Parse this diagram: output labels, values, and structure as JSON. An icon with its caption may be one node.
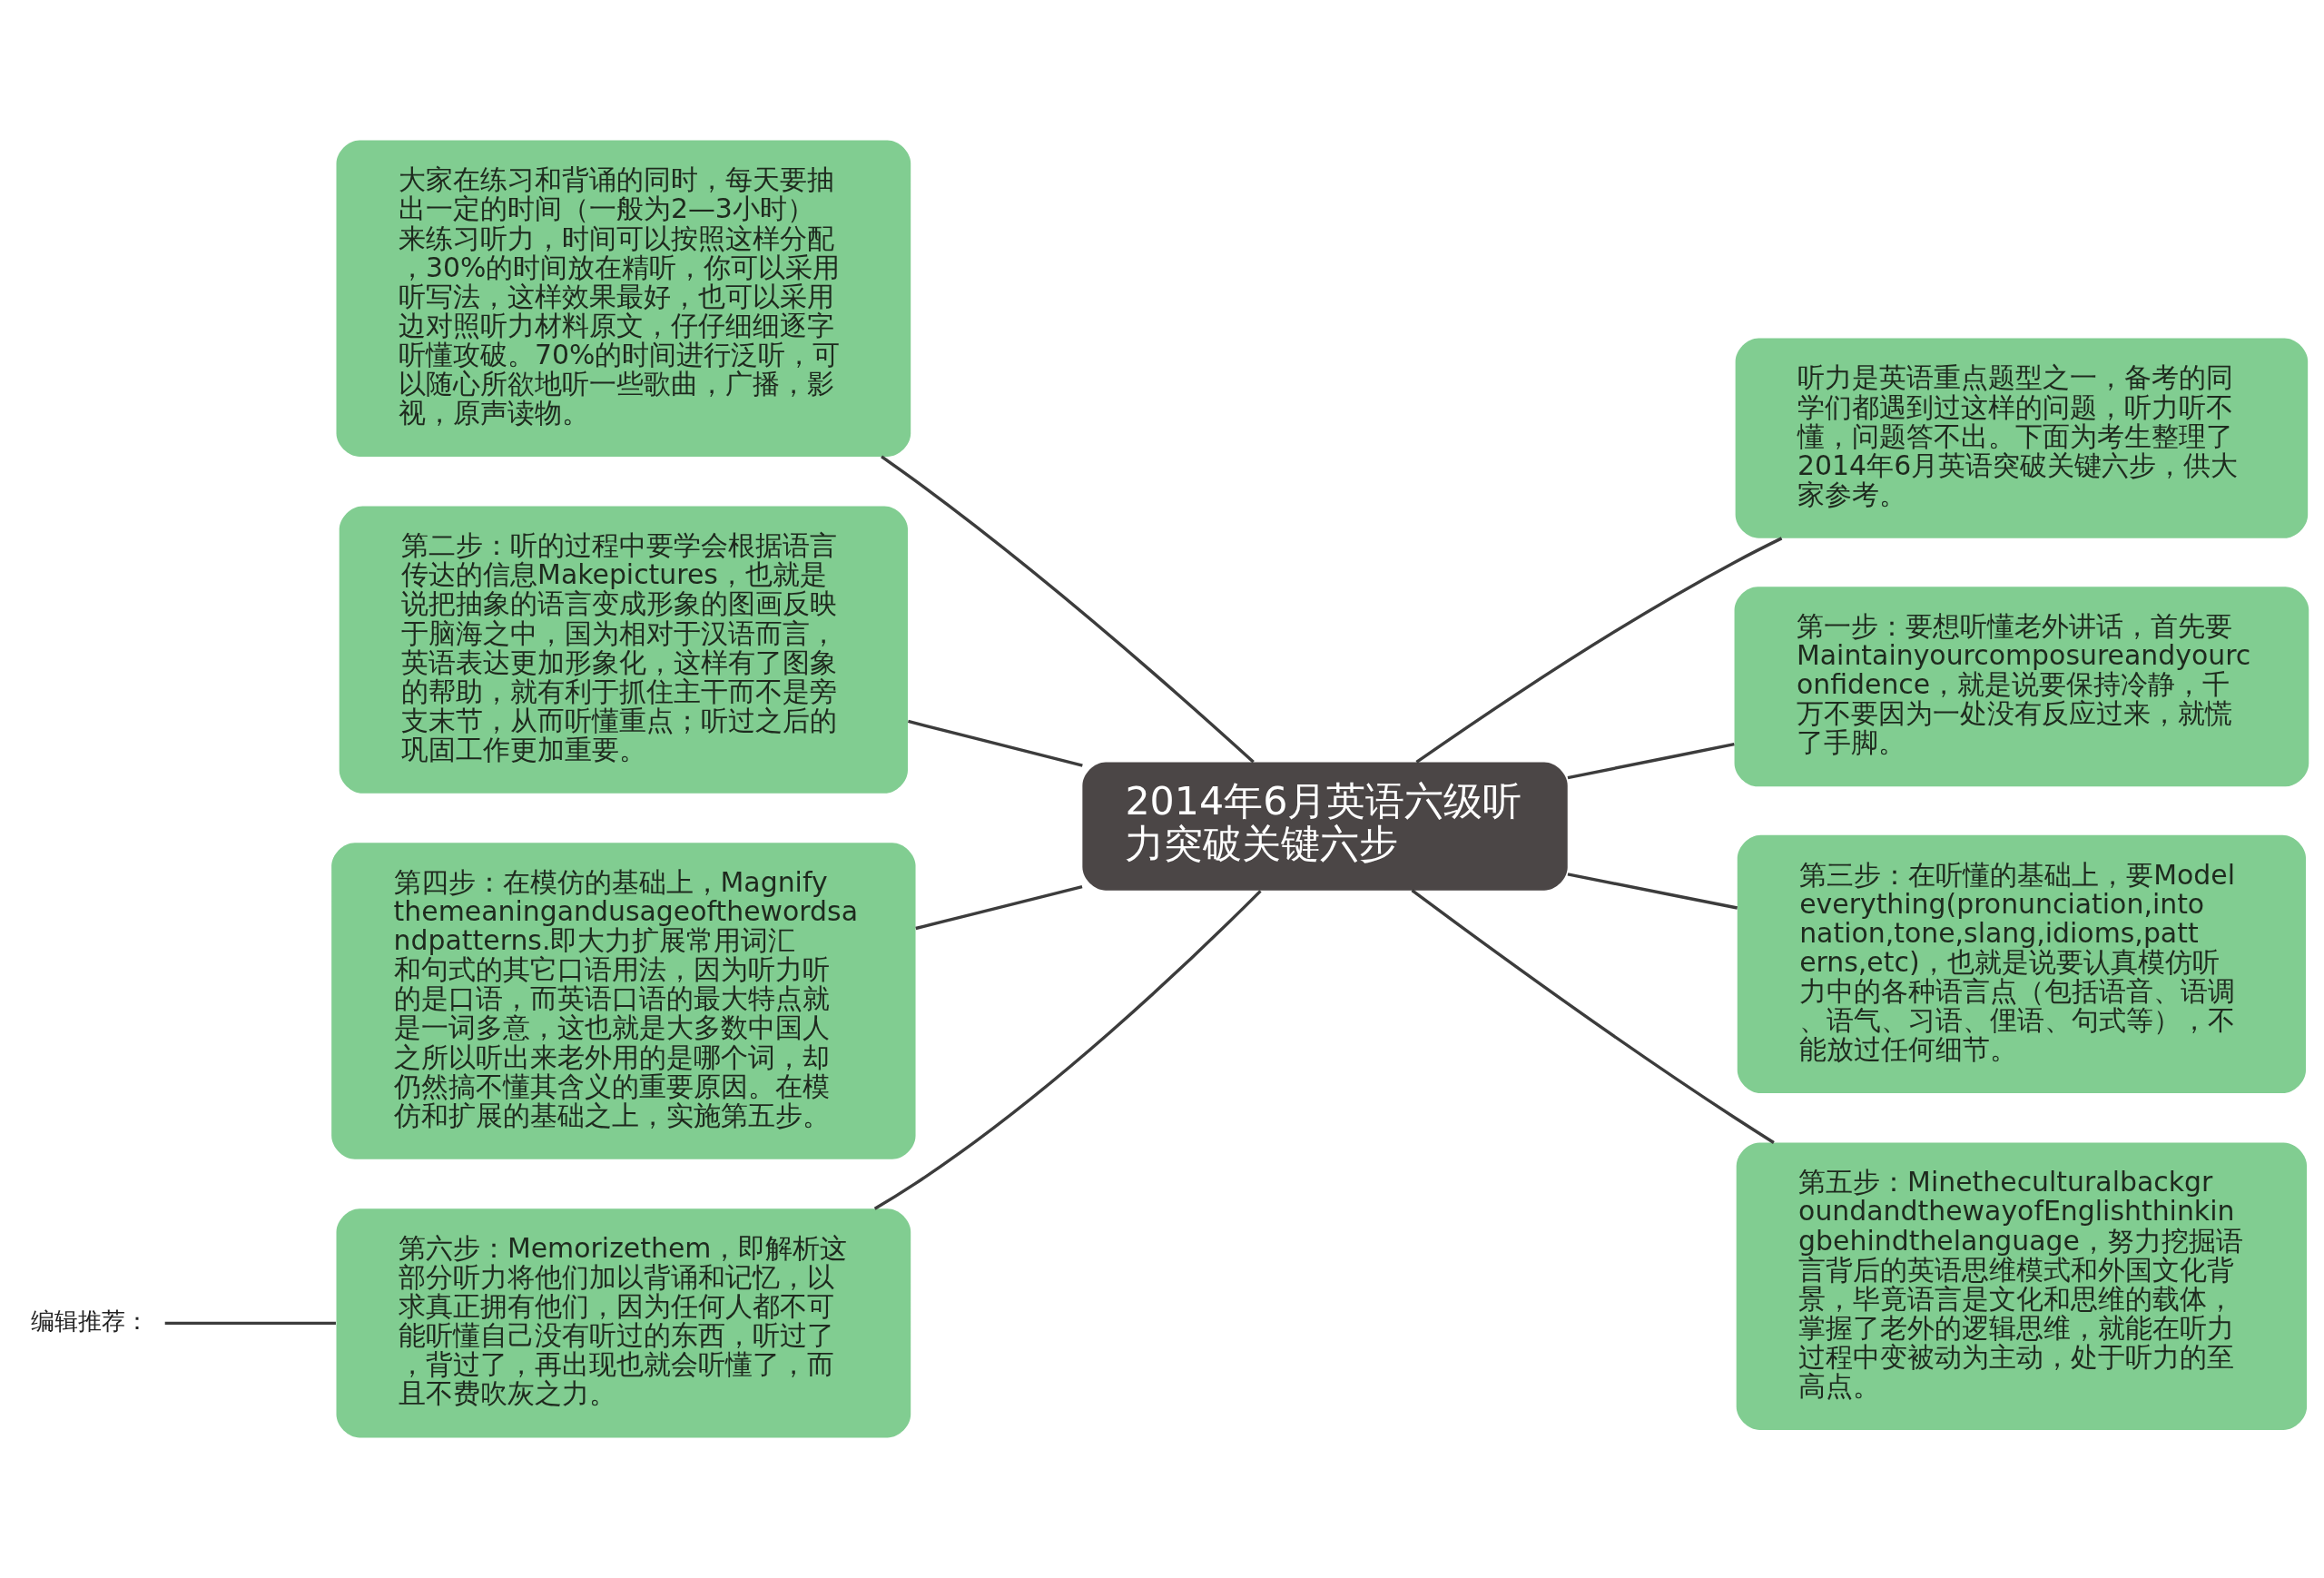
{
  "diagram": {
    "nodes": [
      {
        "text": [
          "2014年6月英语六级听力突破关键六步"
        ]
      },
      {
        "text": [
          "听力是英语重点题型之一，备考的同学们都遇到过这样的问题，听力听不懂，问题答不出。下面为考生整理了2014年6月英语突破关键六步，供大家参考。"
        ]
      },
      {
        "text": [
          "第一步：要想听懂老外讲话，首先要Maintainyourcomposureandyourconfidence，就是说要保持冷静，千万不要因为一处没有反应过来，就慌了手脚。"
        ]
      },
      {
        "text": [
          "大家在练习和背诵的同时，每天要抽出一定的时间（一般为2—3小时）来练习听力，时间可以按照这样分配，30%的时间放在精听，你可以采用听写法，这样效果最好，也可以采用边对照听力材料原文，仔仔细细逐字听懂攻破。70%的时间进行泛听，可以随心所欲地听一些歌曲，广播，影视，原声读物。"
        ]
      },
      {
        "text": [
          "第二步：听的过程中要学会根据语言传达的信息Makepictures，也就是说把抽象的语言变成形象的图画反映于脑海之中，国为相对于汉语而言，英语表达更加形象化，这样有了图象的帮助，就有利于抓住主干而不是旁支末节，从而听懂重点；听过之后的巩固工作更加重要。"
        ]
      },
      {
        "text": [
          "第三步：在听懂的基础上，要Modeleverything(pronunciation,intonation,tone,slang,idioms,patterns,etc)，也就是说要认真模仿听力中的各种语言点（包括语音、语调、语气、习语、俚语、句式等），不能放过任何细节。"
        ]
      },
      {
        "text": [
          "第四步：在模仿的基础上，Magnifythemeaningandusageofthewordsandpatterns.即大力扩展常用词汇和句式的其它口语用法，因为听力听的是口语，而英语口语的最大特点就是一词多意，这也就是大多数中国人之所以听出来老外用的是哪个词，却仍然搞不懂其含义的重要原因。在模仿和扩展的基础之上，实施第五步。"
        ]
      },
      {
        "text": [
          "第五步：MinetheculturalbackgroundandthewayofEnglishthinkingbehindthelanguage，努力挖掘语言背后的英语思维模式和外国文化背景，毕竟语言是文化和思维的载体，掌握了老外的逻辑思维，就能在听力过程中变被动为主动，处于听力的至高点。"
        ]
      },
      {
        "text": [
          "第六步：Memorizethem，即解析这部分听力将他们加以背诵和记忆，以求真正拥有他们，因为任何人都不可能听懂自己没有听过的东西，听过了，背过了，再出现也就会听懂了，而且不费吹灰之力。"
        ]
      },
      {
        "text": [
          "编辑推荐："
        ]
      }
    ],
    "edges": [
      {
        "from": 0,
        "to": 1,
        "arrow": "none"
      },
      {
        "from": 0,
        "to": 2,
        "arrow": "none"
      },
      {
        "from": 0,
        "to": 3,
        "arrow": "none"
      },
      {
        "from": 0,
        "to": 4,
        "arrow": "none"
      },
      {
        "from": 0,
        "to": 5,
        "arrow": "none"
      },
      {
        "from": 0,
        "to": 6,
        "arrow": "none"
      },
      {
        "from": 0,
        "to": 7,
        "arrow": "none"
      },
      {
        "from": 0,
        "to": 8,
        "arrow": "none"
      },
      {
        "from": 8,
        "to": 9,
        "arrow": "none"
      }
    ]
  }
}
